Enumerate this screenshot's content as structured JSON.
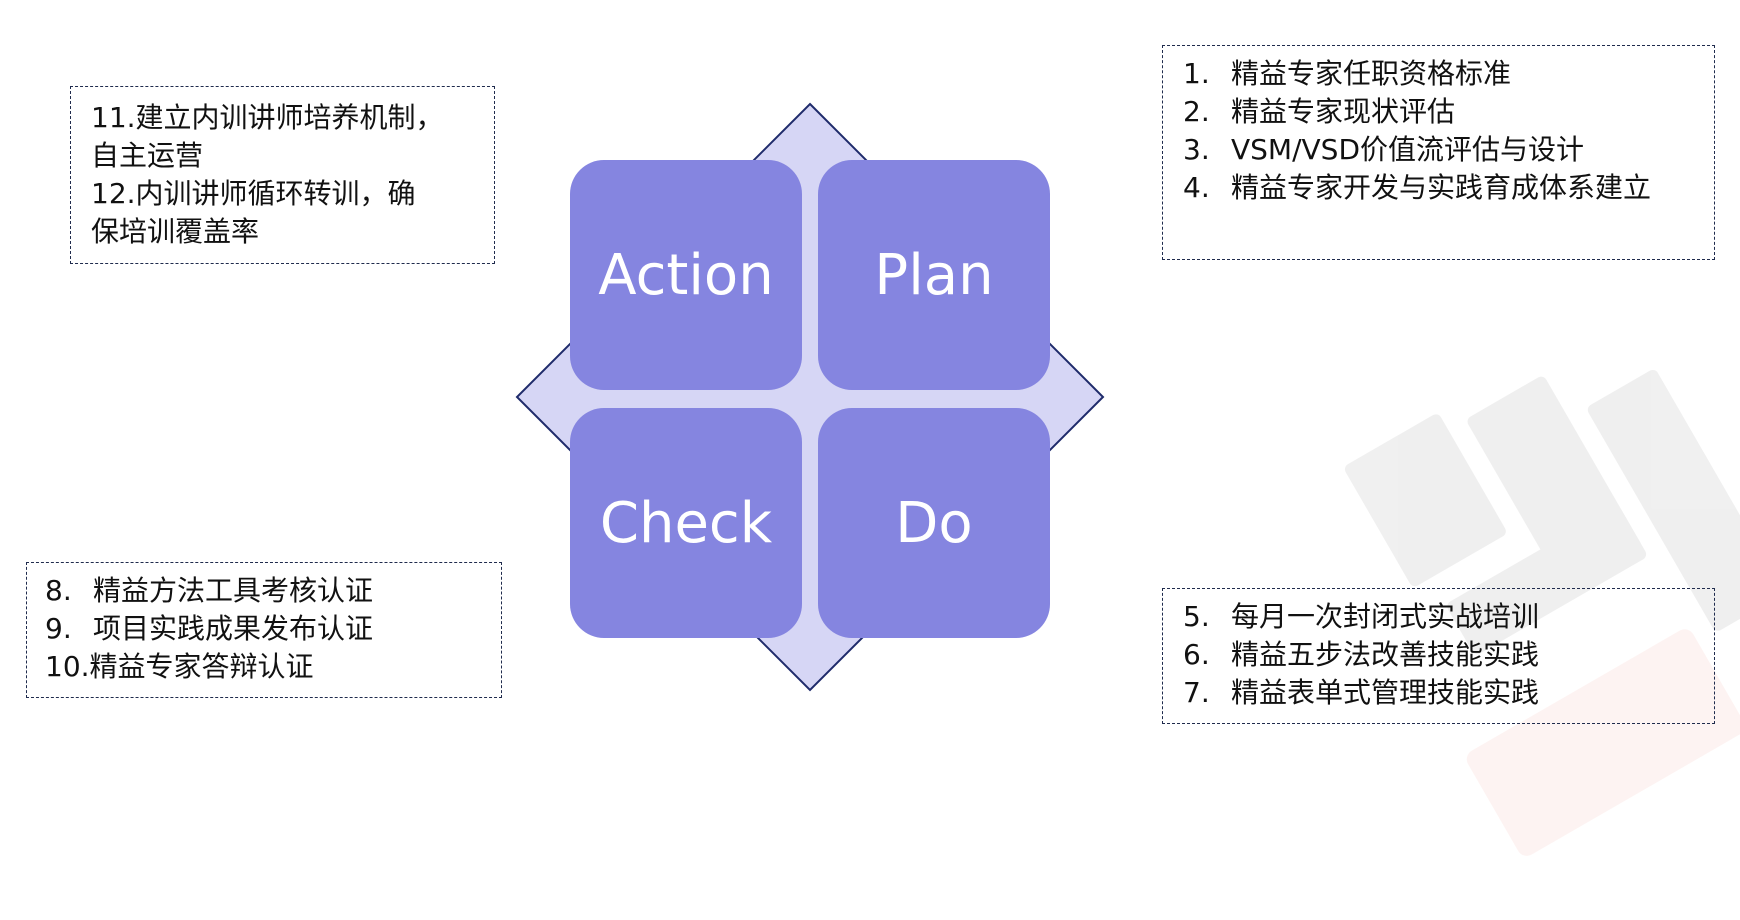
{
  "diagram": {
    "type": "PDCA cycle",
    "colors": {
      "quadrant_fill": "#8585e0",
      "diamond_fill": "#d6d6f5",
      "diamond_stroke": "#1f2b6b",
      "box_border": "#1f2b4d"
    },
    "quadrants": {
      "action": "Action",
      "plan": "Plan",
      "check": "Check",
      "do": "Do"
    }
  },
  "notes": {
    "action": {
      "lines": [
        "11.建立内训讲师培养机制，",
        "自主运营",
        "12.内训讲师循环转训，确",
        "保培训覆盖率"
      ]
    },
    "plan": {
      "items": [
        {
          "num": "1.",
          "text": "精益专家任职资格标准"
        },
        {
          "num": "2.",
          "text": "精益专家现状评估"
        },
        {
          "num": "3.",
          "text": "VSM/VSD价值流评估与设计"
        },
        {
          "num": "4.",
          "text": "精益专家开发与实践育成体系建立"
        }
      ]
    },
    "check": {
      "items": [
        {
          "num": "8.",
          "text": "精益方法工具考核认证"
        },
        {
          "num": "9.",
          "text": "项目实践成果发布认证"
        },
        {
          "num": "10.",
          "text": "精益专家答辩认证"
        }
      ]
    },
    "do": {
      "items": [
        {
          "num": "5.",
          "text": "每月一次封闭式实战培训"
        },
        {
          "num": "6.",
          "text": "精益五步法改善技能实践"
        },
        {
          "num": "7.",
          "text": "精益表单式管理技能实践"
        }
      ]
    }
  }
}
